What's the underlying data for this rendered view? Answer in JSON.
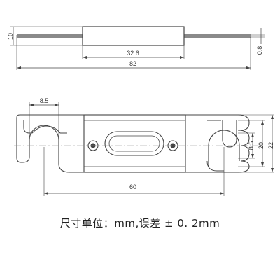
{
  "dimensions": {
    "top_thickness": "10",
    "body_length": "32.6",
    "lead_thickness": "0.8",
    "total_length": "82",
    "slot_width": "8.5",
    "hole_spacing": "60",
    "slot_width_right": "8.5",
    "inner_width": "20",
    "outer_width": "22"
  },
  "caption": "尺寸单位：mm,误差 ± 0. 2mm"
}
